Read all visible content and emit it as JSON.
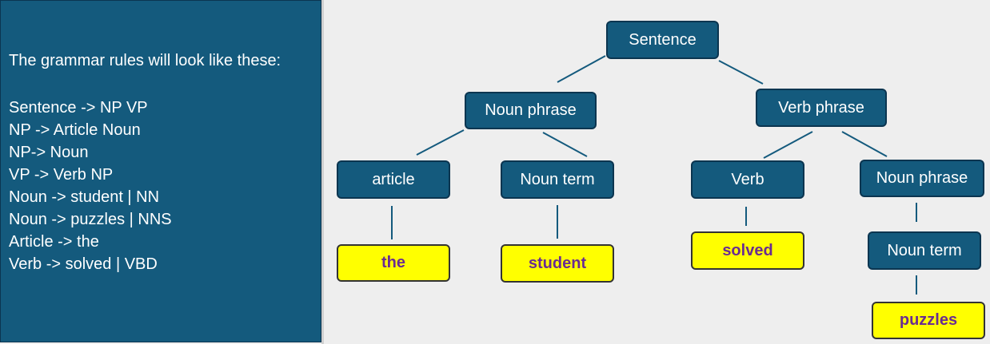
{
  "rules_panel": {
    "heading": "The grammar rules will look like these:",
    "rules": [
      "Sentence -> NP VP",
      "NP -> Article Noun",
      "NP-> Noun",
      "VP -> Verb NP",
      "Noun -> student | NN",
      "Noun -> puzzles | NNS",
      "Article -> the",
      "Verb -> solved | VBD"
    ]
  },
  "tree": {
    "sentence": "Sentence",
    "noun_phrase_1": "Noun phrase",
    "verb_phrase": "Verb phrase",
    "article": "article",
    "noun_term_1": "Noun term",
    "verb": "Verb",
    "noun_phrase_2": "Noun phrase",
    "noun_term_2": "Noun term",
    "word_the": "the",
    "word_student": "student",
    "word_solved": "solved",
    "word_puzzles": "puzzles"
  },
  "colors": {
    "node_fill": "#145a7d",
    "word_fill": "#ffff00",
    "word_text": "#6a2c91",
    "background": "#eeeeee"
  }
}
